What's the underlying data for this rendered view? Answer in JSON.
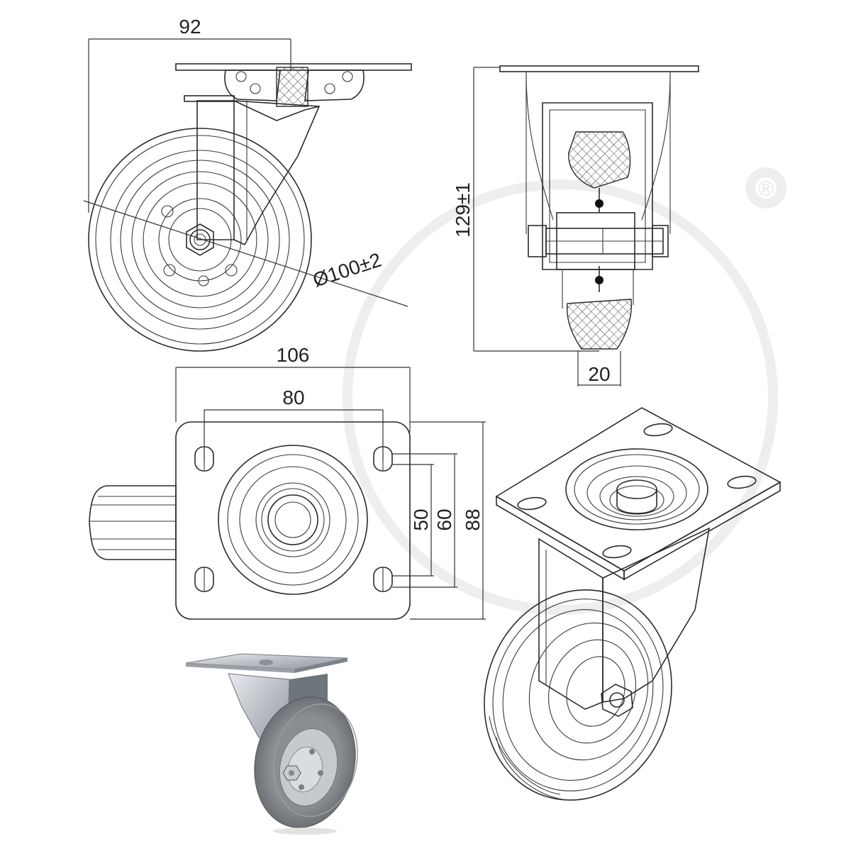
{
  "dimensions": {
    "overall_width_side": "92",
    "wheel_diameter": "Ø100±2",
    "total_height": "129±1",
    "wheel_width": "20",
    "plate_width": "106",
    "hole_spacing_width": "80",
    "hole_spacing_height_inner": "50",
    "hole_spacing_height_outer": "60",
    "plate_length": "88"
  },
  "watermark": {
    "symbol": "®"
  },
  "views": {
    "side_view": "caster-side-view",
    "front_section": "caster-front-section-view",
    "top_view": "caster-top-view",
    "isometric": "caster-isometric-view",
    "photo": "caster-product-photo"
  }
}
